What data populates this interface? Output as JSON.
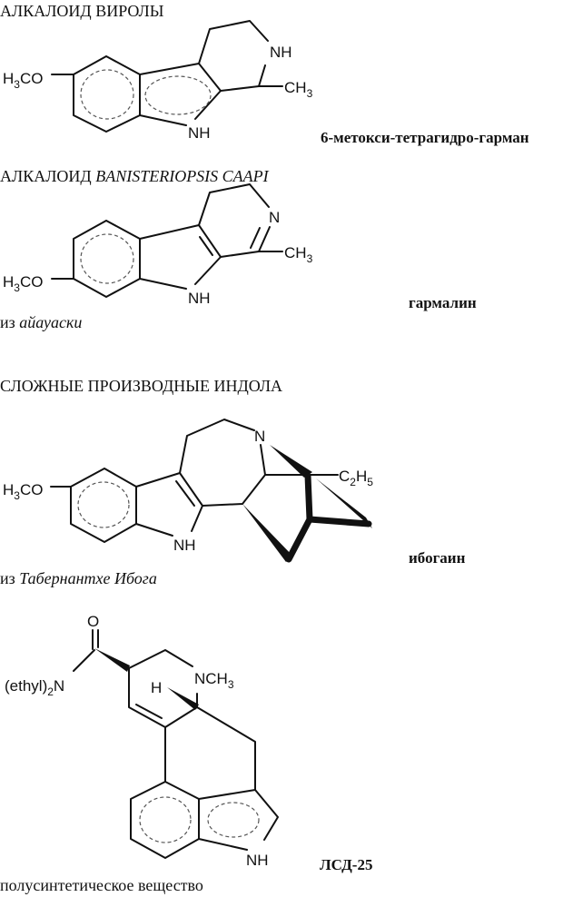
{
  "sections": [
    {
      "heading": "АЛКАЛОИД ВИРОЛЫ",
      "compound_name": "6-метокси-тетрагидро-гарман"
    },
    {
      "heading_prefix": "АЛКАЛОИД ",
      "heading_italic": "BANISTERIOPSIS CAAPI",
      "compound_name": "гармалин",
      "source_prefix": "из ",
      "source_italic": "айауаски"
    },
    {
      "heading": "СЛОЖНЫЕ ПРОИЗВОДНЫЕ ИНДОЛА",
      "compound_name": "ибогаин",
      "source_prefix": "из ",
      "source_italic": "Табернантхе Ибога"
    },
    {
      "compound_name": "ЛСД-25",
      "note": "полусинтетическое вещество"
    }
  ],
  "atoms": {
    "h3co": {
      "a": "H",
      "sub": "3",
      "b": "CO"
    },
    "nh": "NH",
    "n": "N",
    "ch3": {
      "a": "CH",
      "sub": "3"
    },
    "c2h5": {
      "a": "C",
      "sub1": "2",
      "b": "H",
      "sub2": "5"
    },
    "o": "O",
    "h": "H",
    "nch3": {
      "a": "NCH",
      "sub": "3"
    },
    "ethyl2n": {
      "a": "(ethyl)",
      "sub": "2",
      "b": "N"
    }
  }
}
